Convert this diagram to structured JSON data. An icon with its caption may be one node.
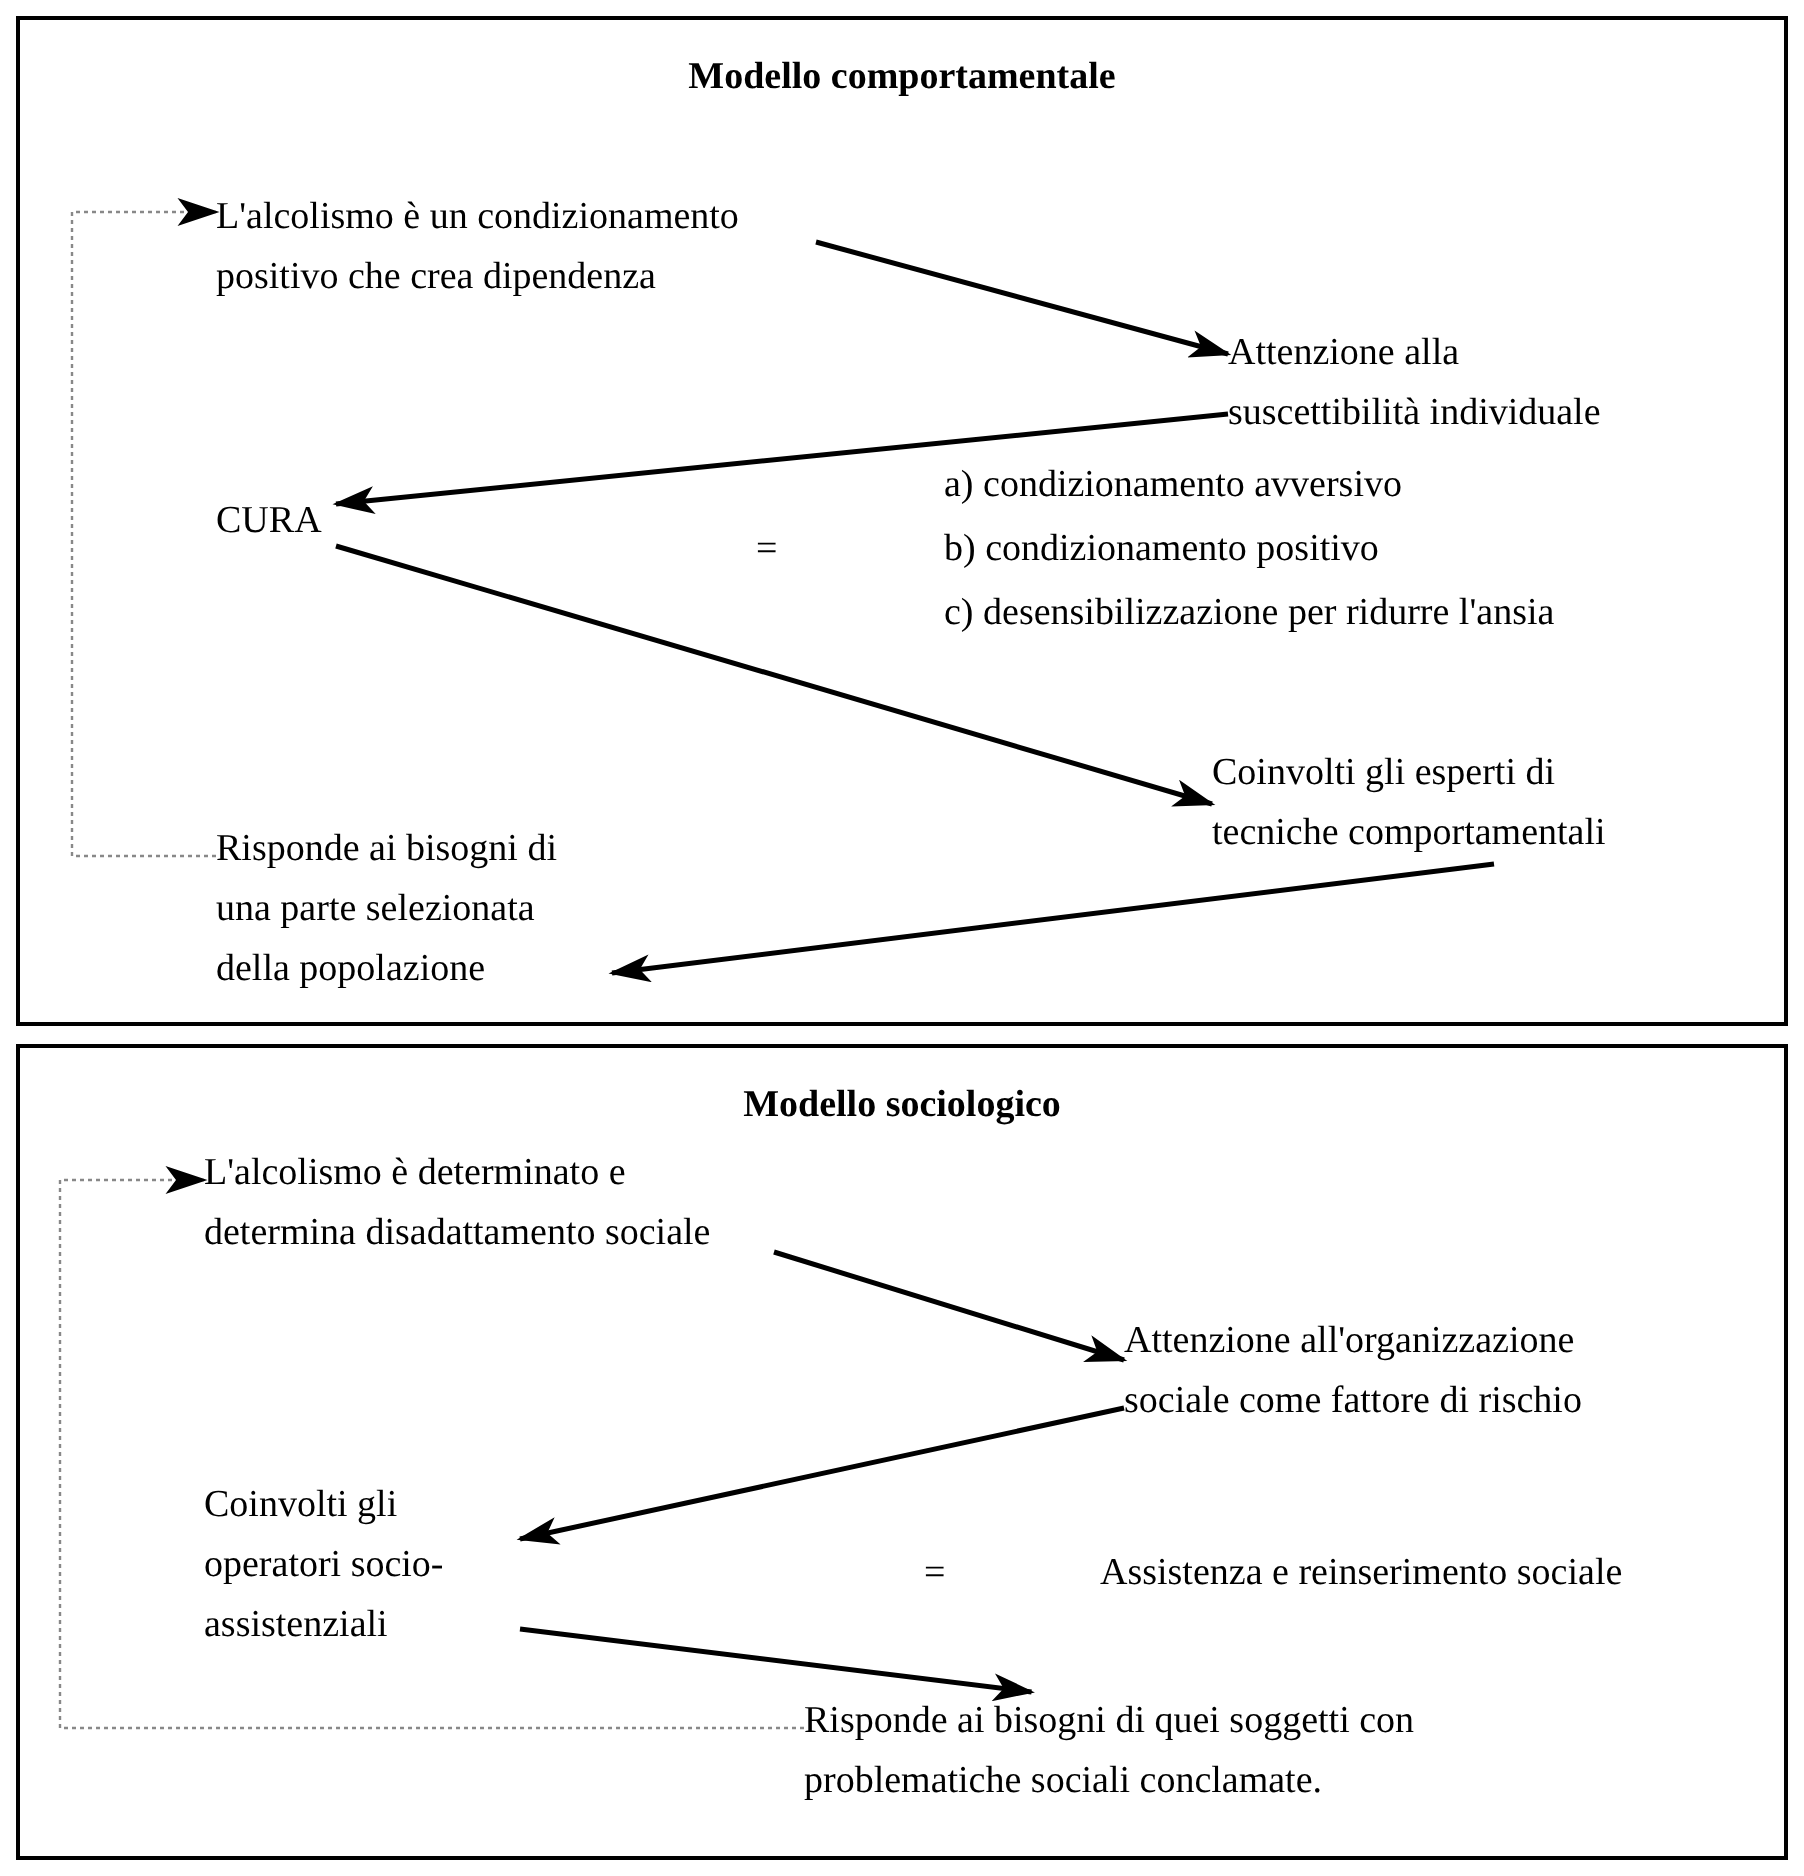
{
  "diagram": {
    "nodes": [
      {
        "text": [
          "Modello comportamentale"
        ]
      },
      {
        "text": [
          "L'alcolismo è un condizionamento positivo che crea dipendenza"
        ],
        "in": 0
      },
      {
        "text": [
          "Attenzione alla suscettibilità individuale"
        ],
        "in": 0
      },
      {
        "text": [
          "CURA"
        ],
        "in": 0
      },
      {
        "text": [
          "Coinvolti gli esperti di tecniche comportamentali"
        ],
        "in": 0
      },
      {
        "text": [
          "Risponde ai bisogni di una parte selezionata della popolazione"
        ],
        "in": 0
      },
      {
        "text": [
          "Modello sociologico"
        ]
      },
      {
        "text": [
          "L'alcolismo è determinato e determina disadattamento sociale"
        ],
        "in": 6
      },
      {
        "text": [
          "Attenzione all'organizzazione sociale come fattore di rischio"
        ],
        "in": 6
      },
      {
        "text": [
          "Coinvolti gli operatori socio-assistenziali"
        ],
        "in": 6
      },
      {
        "text": [
          "Risponde ai bisogni di quei soggetti con problematiche sociali conclamate."
        ],
        "in": 6
      }
    ],
    "edges": [
      {
        "from": 1,
        "to": 2,
        "arrow": "to"
      },
      {
        "from": 2,
        "to": 3,
        "arrow": "to"
      },
      {
        "from": 3,
        "to": 4,
        "arrow": "to"
      },
      {
        "from": 4,
        "to": 5,
        "arrow": "to"
      },
      {
        "from": 5,
        "to": 1,
        "arrow": "to",
        "style": "dashed",
        "color": "#888888"
      },
      {
        "from": 7,
        "to": 8,
        "arrow": "to"
      },
      {
        "from": 8,
        "to": 9,
        "arrow": "to"
      },
      {
        "from": 9,
        "to": 10,
        "arrow": "to"
      },
      {
        "from": 10,
        "to": 7,
        "arrow": "to",
        "style": "dashed",
        "color": "#888888"
      }
    ],
    "labels": [
      "=",
      "a) condizionamento avversivo",
      "b) condizionamento positivo",
      "c) desensibilizzazione per ridurre l'ansia",
      "=",
      "Assistenza e reinserimento sociale"
    ]
  }
}
